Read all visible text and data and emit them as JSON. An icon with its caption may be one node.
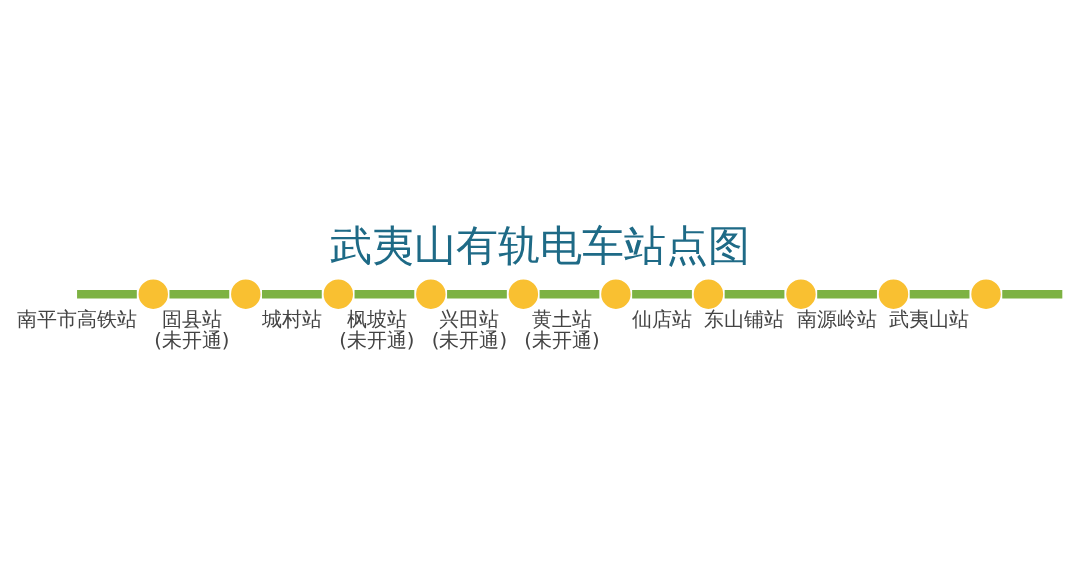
{
  "diagram": {
    "title": "武夷山有轨电车站点图",
    "nodes": [
      {
        "text": [
          "南平市高铁站"
        ]
      },
      {
        "text": [
          "固县站"
        ],
        "beside": [
          "(未开通)"
        ]
      },
      {
        "text": [
          "城村站"
        ]
      },
      {
        "text": [
          "枫坡站"
        ],
        "beside": [
          "(未开通)"
        ]
      },
      {
        "text": [
          "兴田站"
        ],
        "beside": [
          "(未开通)"
        ]
      },
      {
        "text": [
          "黄土站"
        ],
        "beside": [
          "(未开通)"
        ]
      },
      {
        "text": [
          "仙店站"
        ]
      },
      {
        "text": [
          "东山铺站"
        ]
      },
      {
        "text": [
          "南源岭站"
        ]
      },
      {
        "text": [
          "武夷山站"
        ]
      }
    ],
    "edges": [
      {
        "from": null,
        "to": 0,
        "arrow": "none"
      },
      {
        "from": 0,
        "to": 1,
        "arrow": "none"
      },
      {
        "from": 1,
        "to": 2,
        "arrow": "none"
      },
      {
        "from": 2,
        "to": 3,
        "arrow": "none"
      },
      {
        "from": 3,
        "to": 4,
        "arrow": "none"
      },
      {
        "from": 4,
        "to": 5,
        "arrow": "none"
      },
      {
        "from": 5,
        "to": 6,
        "arrow": "none"
      },
      {
        "from": 6,
        "to": 7,
        "arrow": "none"
      },
      {
        "from": 7,
        "to": 8,
        "arrow": "none"
      },
      {
        "from": 8,
        "to": 9,
        "arrow": "none"
      },
      {
        "from": 9,
        "to": null,
        "arrow": "none"
      }
    ]
  }
}
